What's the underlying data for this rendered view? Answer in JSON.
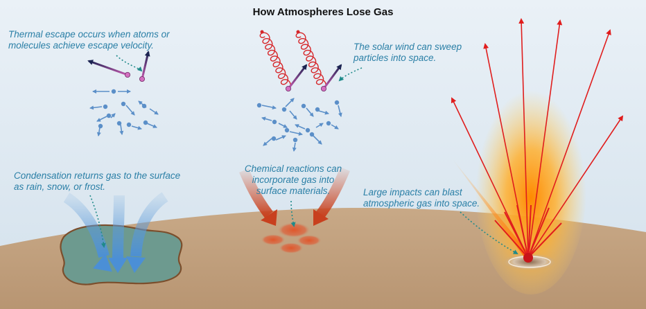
{
  "title": "How Atmospheres Lose Gas",
  "captions": {
    "thermal": [
      "Thermal escape occurs when atoms or",
      "molecules achieve escape velocity."
    ],
    "solar": [
      "The solar wind can sweep",
      "particles into space."
    ],
    "condensation": [
      "Condensation returns gas to the surface",
      "as rain, snow, or frost."
    ],
    "chemical": [
      "Chemical reactions can",
      "incorporate gas into",
      "surface materials."
    ],
    "impact": [
      "Large impacts can blast",
      "atmospheric gas into space."
    ]
  },
  "colors": {
    "sky": "#dde8f1",
    "ground": "#c4a482",
    "caption": "#2a7fa6",
    "particle": "#5b8fc8",
    "escaping_particle": "#b04fa0",
    "solar_wind": "#d6262a",
    "impact_ray": "#e01d1d",
    "pool": "#6d9a8f",
    "reaction": "#d2502a"
  }
}
